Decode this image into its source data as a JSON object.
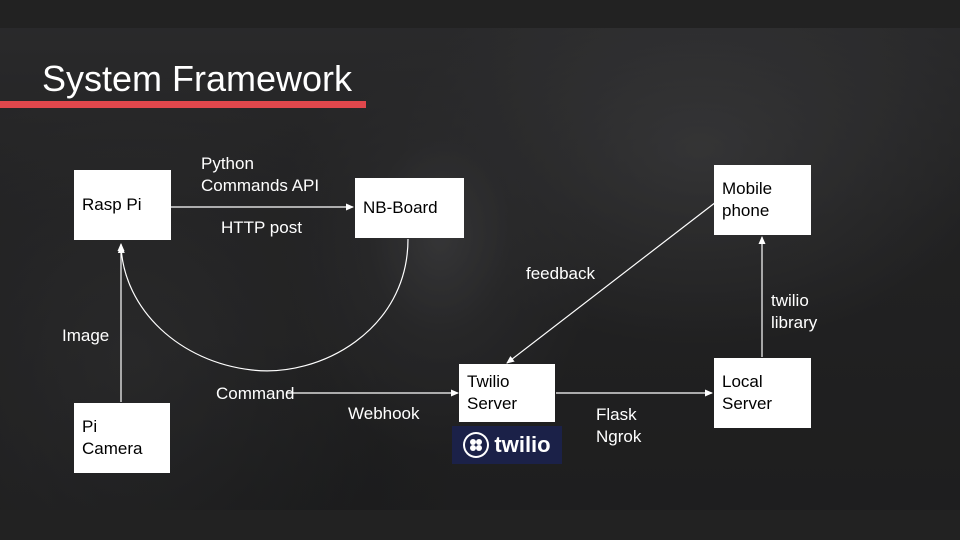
{
  "slide": {
    "title": "System Framework",
    "accent_color": "#e0474c"
  },
  "nodes": {
    "rasp_pi": "Rasp Pi",
    "nb_board": "NB-Board",
    "mobile_phone": "Mobile\nphone",
    "twilio_server": "Twilio\nServer",
    "local_server": "Local\nServer",
    "pi_camera": "Pi\nCamera"
  },
  "edge_labels": {
    "python_api": "Python\nCommands API",
    "http_post": "HTTP post",
    "feedback": "feedback",
    "twilio_library": "twilio\nlibrary",
    "image": "Image",
    "command": "Command",
    "webhook": "Webhook",
    "flask_ngrok": "Flask\nNgrok"
  },
  "logo": {
    "text": "twilio",
    "background": "#1b2148",
    "icon": "twilio-logo-icon"
  }
}
